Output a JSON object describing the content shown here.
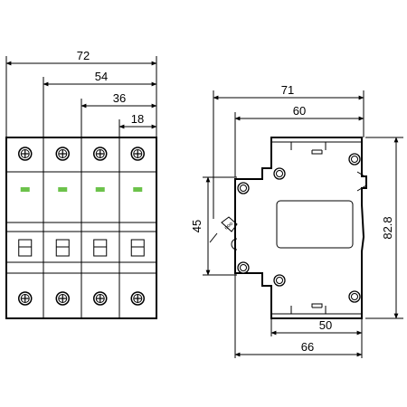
{
  "front_view": {
    "poles": 4,
    "indicator_color": "#6cc24a",
    "dimensions": {
      "overall_width": "72",
      "three_pole": "54",
      "two_pole": "36",
      "one_pole": "18"
    }
  },
  "side_view": {
    "dimensions": {
      "top_overall": "71",
      "top_body": "60",
      "height": "82.8",
      "rail_height": "45",
      "bottom_body": "50",
      "bottom_overall": "66"
    }
  }
}
